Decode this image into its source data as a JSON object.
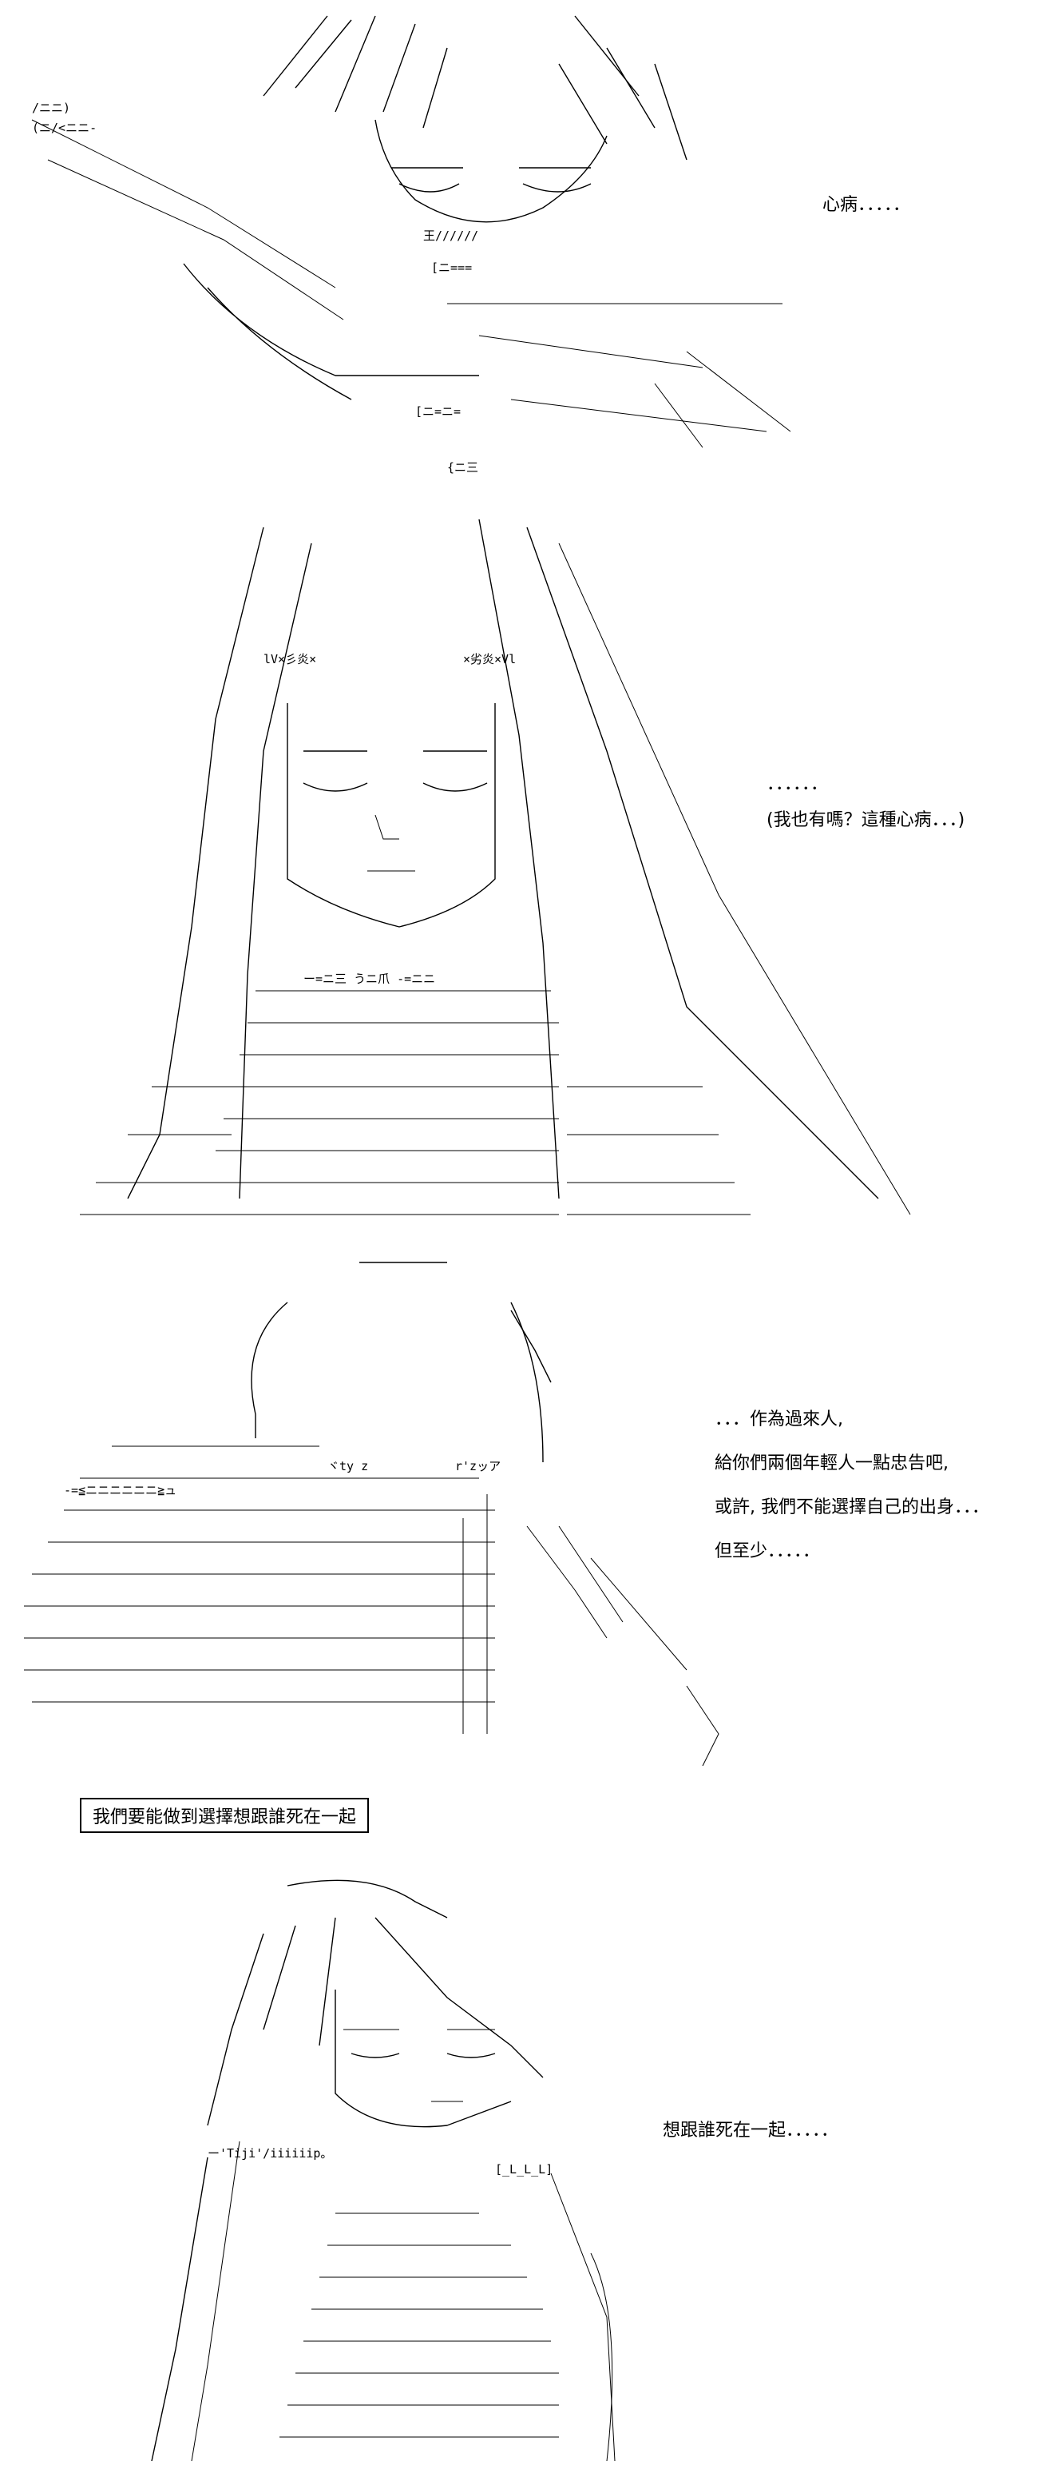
{
  "panels": [
    {
      "id": "panel-1",
      "captions": [
        "心病．．．．．"
      ]
    },
    {
      "id": "panel-2",
      "captions": [
        "．．．．．．",
        "(我也有嗎？這種心病．．．)"
      ]
    },
    {
      "id": "panel-3",
      "captions": [
        "．．．作為過來人,",
        "給你們兩個年輕人一點忠告吧,",
        "或許, 我們不能選擇自己的出身．．．",
        "但至少．．．．．"
      ]
    },
    {
      "id": "banner",
      "captions": [
        "我們要能做到選擇想跟誰死在一起"
      ]
    },
    {
      "id": "panel-4",
      "captions": [
        "想跟誰死在一起．．．．．"
      ]
    }
  ]
}
